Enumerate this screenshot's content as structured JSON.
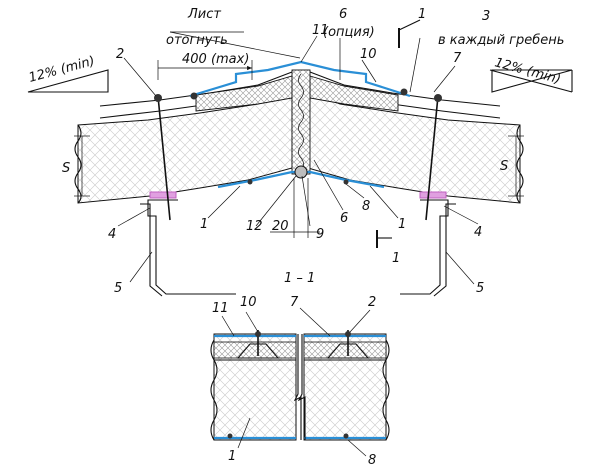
{
  "labels": {
    "sheet_line1": "Лист",
    "sheet_line2": "отогнуть",
    "max_bend": "400 (max)",
    "slope_left": "12% (min)",
    "slope_right": "12% (min)",
    "opt6_number": "6",
    "opt6_text": "(опция)",
    "section_mark": "1",
    "section_mark_bottom": "1",
    "ridge_num": "3",
    "ridge_text": "в каждый гребень",
    "n11": "11",
    "n2": "2",
    "n10": "10",
    "n7": "7",
    "n4_left": "4",
    "n4_right": "4",
    "n5_left": "5",
    "n5_right": "5",
    "n1_left": "1",
    "n1_right": "1",
    "n12": "12",
    "n20": "20",
    "n9": "9",
    "n6_low": "6",
    "n8": "8",
    "s_left": "S",
    "s_right": "S",
    "section_title": "1 – 1",
    "b_n11": "11",
    "b_n10": "10",
    "b_n7": "7",
    "b_n2": "2",
    "b_n1": "1",
    "b_n8": "8"
  },
  "colors": {
    "flashing": "#2a8fd6",
    "fastener_washer": "#c060c0",
    "line": "#111111"
  }
}
